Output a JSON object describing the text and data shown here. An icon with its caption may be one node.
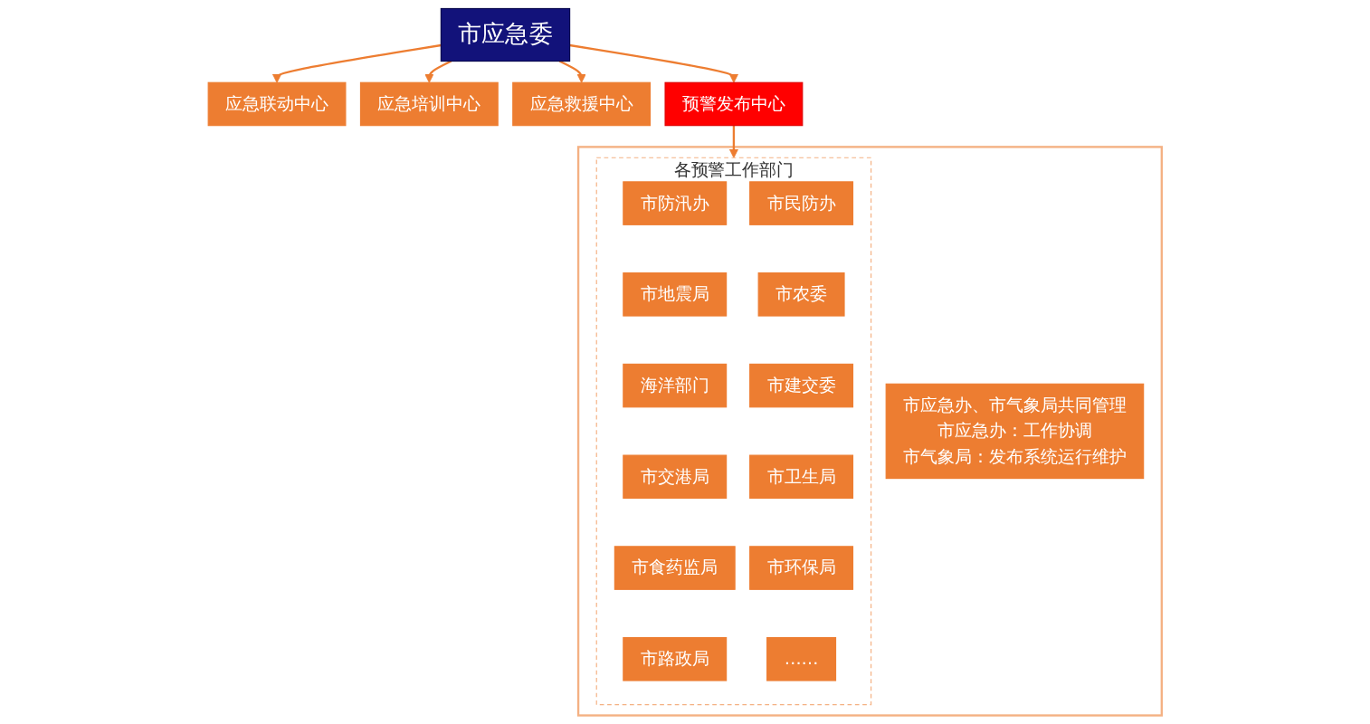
{
  "diagram": {
    "nodes": [
      {
        "text": [
          "市应急委"
        ]
      },
      {
        "text": [
          "应急联动中心"
        ]
      },
      {
        "text": [
          "应急培训中心"
        ]
      },
      {
        "text": [
          "应急救援中心"
        ]
      },
      {
        "text": [
          "预警发布中心"
        ]
      },
      {
        "text": [],
        "shape": "box"
      },
      {
        "text": [
          "市应急办、市气象局共同管理",
          "市应急办：工作协调",
          "市气象局：发布系统运行维护"
        ],
        "in": 5
      },
      {
        "text": [
          "各预警工作部门"
        ],
        "in": 5
      },
      {
        "text": [
          "市防汛办"
        ],
        "in": 7
      },
      {
        "text": [
          "市民防办"
        ],
        "in": 7
      },
      {
        "text": [
          "市地震局"
        ],
        "in": 7
      },
      {
        "text": [
          "市农委"
        ],
        "in": 7
      },
      {
        "text": [
          "海洋部门"
        ],
        "in": 7
      },
      {
        "text": [
          "市建交委"
        ],
        "in": 7
      },
      {
        "text": [
          "市交港局"
        ],
        "in": 7
      },
      {
        "text": [
          "市卫生局"
        ],
        "in": 7
      },
      {
        "text": [
          "市食药监局"
        ],
        "in": 7
      },
      {
        "text": [
          "市环保局"
        ],
        "in": 7
      },
      {
        "text": [
          "市路政局"
        ],
        "in": 7
      },
      {
        "text": [
          "……"
        ],
        "in": 7
      }
    ],
    "edges": [
      {
        "from": 0,
        "to": 1,
        "arrow": "to"
      },
      {
        "from": 0,
        "to": 2,
        "arrow": "to"
      },
      {
        "from": 0,
        "to": 3,
        "arrow": "to"
      },
      {
        "from": 0,
        "to": 4,
        "arrow": "to"
      },
      {
        "from": 4,
        "to": 7,
        "arrow": "to"
      }
    ]
  }
}
